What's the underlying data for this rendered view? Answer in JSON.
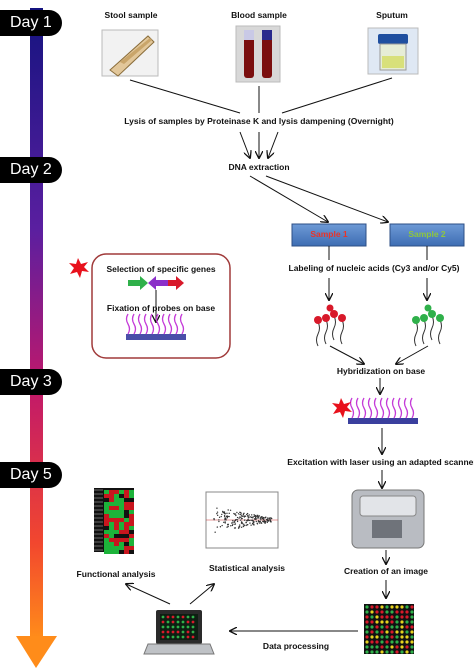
{
  "days": [
    "Day 1",
    "Day 2",
    "Day 3",
    "Day 5"
  ],
  "samples": {
    "stool": "Stool sample",
    "blood": "Blood sample",
    "sputum": "Sputum"
  },
  "steps": {
    "lysis": "Lysis of samples by Proteinase K and lysis dampening (Overnight)",
    "dna_extraction": "DNA extraction",
    "sample1": "Sample 1",
    "sample2": "Sample 2",
    "labeling": "Labeling of nucleic acids (Cy3 and/or Cy5)",
    "hybridization": "Hybridization on base",
    "excitation": "Excitation with laser using an adapted scanner",
    "image": "Creation of an image",
    "processing": "Data processing",
    "functional": "Functional analysis",
    "statistical": "Statistical analysis"
  },
  "probe_box": {
    "title": "Selection of  specific genes",
    "fixation": "Fixation of probes on base"
  },
  "colors": {
    "timeline_top": "#1a1a8c",
    "timeline_mid": "#c0186b",
    "timeline_bottom": "#ff8c1a",
    "sample_box": "#4f7fc4",
    "sample1_text": "#e8342a",
    "sample2_text": "#8fc73e",
    "probe_box_border": "#a03a3a",
    "star": "#e8111c"
  }
}
